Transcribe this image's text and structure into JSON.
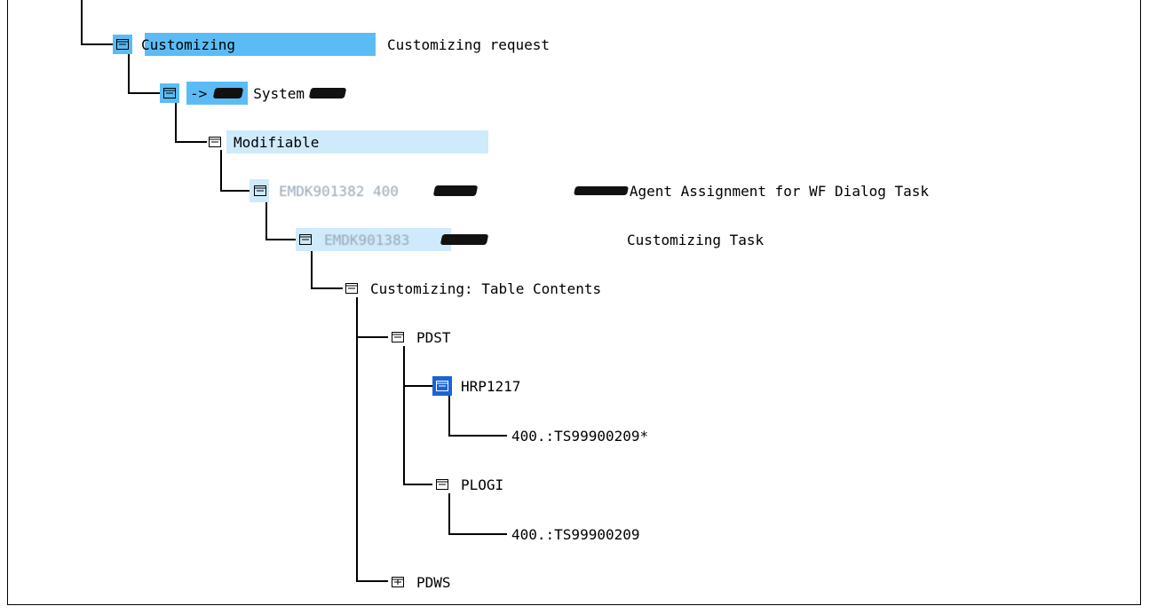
{
  "tree": {
    "level1": {
      "label": "Customizing",
      "desc": "Customizing request",
      "icon": "folder-open-icon"
    },
    "level2": {
      "label": "->",
      "system": "System"
    },
    "level3": {
      "label": "Modifiable"
    },
    "level4": {
      "id": "EMDK901382 400",
      "desc": "Agent Assignment for WF Dialog Task"
    },
    "level5": {
      "id": "EMDK901383",
      "desc": "Customizing Task"
    },
    "level6": {
      "label": "Customizing: Table Contents"
    },
    "pdst": {
      "label": "PDST"
    },
    "hrp1217": {
      "label": "HRP1217",
      "child": "400.:TS99900209*"
    },
    "plogi": {
      "label": "PLOGI",
      "child": "400.:TS99900209"
    },
    "pdws": {
      "label": "PDWS"
    }
  }
}
